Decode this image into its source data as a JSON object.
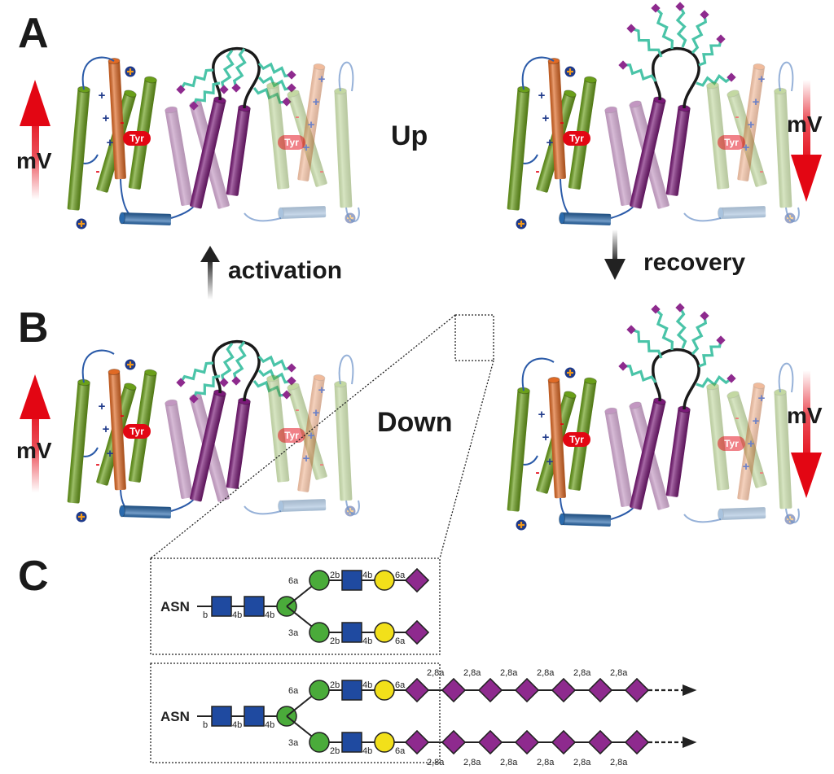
{
  "panels": {
    "A": {
      "label": "A",
      "state": "Up"
    },
    "B": {
      "label": "B",
      "state": "Down"
    },
    "C": {
      "label": "C"
    }
  },
  "arrows": {
    "activation": "activation",
    "recovery": "recovery"
  },
  "voltage": {
    "label": "mV"
  },
  "residue": {
    "label": "Tyr"
  },
  "colors": {
    "voltage_arrow": "#e30613",
    "helix_green": "#6a9f1a",
    "helix_orange": "#e06a25",
    "helix_purple": "#7a1a78",
    "helix_blue": "#2a6aad",
    "polysialic": "#4ac4a8",
    "sialic_acid": "#8e2a8e",
    "glcnac": "#1f4aa0",
    "mannose": "#4aab3a",
    "galactose": "#f2e01a"
  },
  "glycans": {
    "root_label": "ASN",
    "first_link": "b",
    "core_links": [
      "4b",
      "4b"
    ],
    "branch_links": [
      "6a",
      "3a"
    ],
    "antenna_links": [
      "2b",
      "4b",
      "6a"
    ],
    "polysia_link": "2,8a",
    "polysia_units": 6
  }
}
